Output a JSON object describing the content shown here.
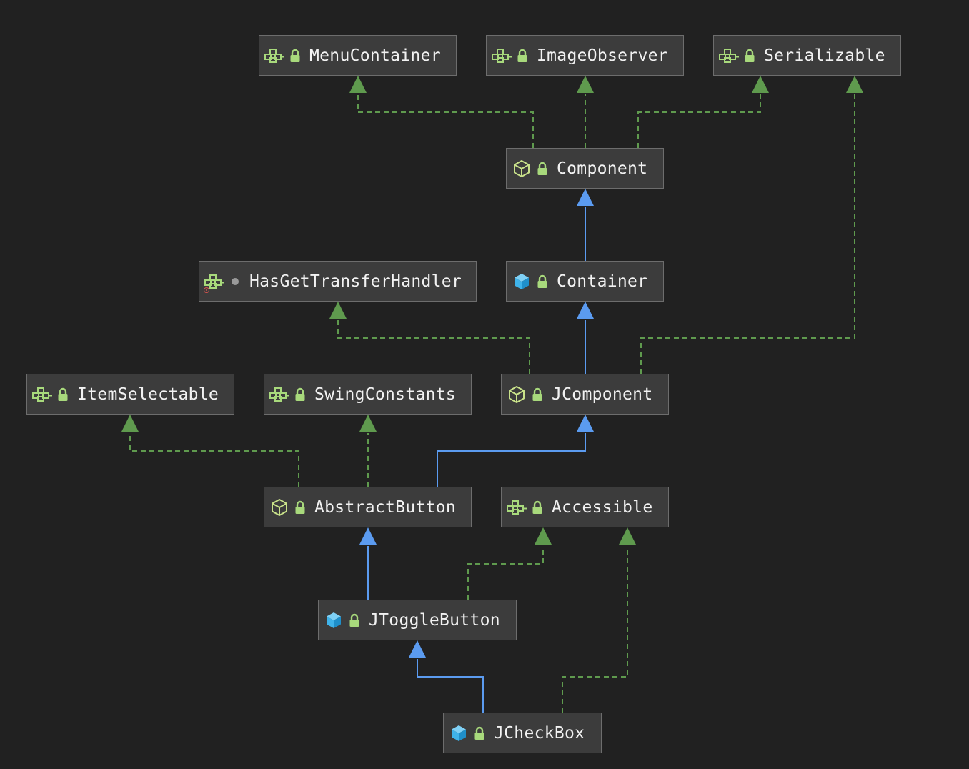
{
  "diagram": {
    "nodes": [
      {
        "id": "MenuContainer",
        "label": "MenuContainer",
        "kind": "interface",
        "visibility": "public"
      },
      {
        "id": "ImageObserver",
        "label": "ImageObserver",
        "kind": "interface",
        "visibility": "public"
      },
      {
        "id": "Serializable",
        "label": "Serializable",
        "kind": "interface",
        "visibility": "public"
      },
      {
        "id": "Component",
        "label": "Component",
        "kind": "abstract-class",
        "visibility": "public"
      },
      {
        "id": "HasGetTransferHandler",
        "label": "HasGetTransferHandler",
        "kind": "interface",
        "visibility": "package"
      },
      {
        "id": "Container",
        "label": "Container",
        "kind": "class",
        "visibility": "public"
      },
      {
        "id": "ItemSelectable",
        "label": "ItemSelectable",
        "kind": "interface",
        "visibility": "public"
      },
      {
        "id": "SwingConstants",
        "label": "SwingConstants",
        "kind": "interface",
        "visibility": "public"
      },
      {
        "id": "JComponent",
        "label": "JComponent",
        "kind": "abstract-class",
        "visibility": "public"
      },
      {
        "id": "AbstractButton",
        "label": "AbstractButton",
        "kind": "abstract-class",
        "visibility": "public"
      },
      {
        "id": "Accessible",
        "label": "Accessible",
        "kind": "interface",
        "visibility": "public"
      },
      {
        "id": "JToggleButton",
        "label": "JToggleButton",
        "kind": "class",
        "visibility": "public"
      },
      {
        "id": "JCheckBox",
        "label": "JCheckBox",
        "kind": "class",
        "visibility": "public"
      }
    ],
    "edges": [
      {
        "from": "Component",
        "to": "MenuContainer",
        "type": "implements"
      },
      {
        "from": "Component",
        "to": "ImageObserver",
        "type": "implements"
      },
      {
        "from": "Component",
        "to": "Serializable",
        "type": "implements"
      },
      {
        "from": "Container",
        "to": "Component",
        "type": "extends"
      },
      {
        "from": "JComponent",
        "to": "Container",
        "type": "extends"
      },
      {
        "from": "JComponent",
        "to": "HasGetTransferHandler",
        "type": "implements"
      },
      {
        "from": "JComponent",
        "to": "Serializable",
        "type": "implements"
      },
      {
        "from": "AbstractButton",
        "to": "JComponent",
        "type": "extends"
      },
      {
        "from": "AbstractButton",
        "to": "ItemSelectable",
        "type": "implements"
      },
      {
        "from": "AbstractButton",
        "to": "SwingConstants",
        "type": "implements"
      },
      {
        "from": "JToggleButton",
        "to": "AbstractButton",
        "type": "extends"
      },
      {
        "from": "JToggleButton",
        "to": "Accessible",
        "type": "implements"
      },
      {
        "from": "JCheckBox",
        "to": "JToggleButton",
        "type": "extends"
      },
      {
        "from": "JCheckBox",
        "to": "Accessible",
        "type": "implements"
      }
    ]
  },
  "colors": {
    "background": "#212121",
    "node_fill": "#3c3c3c",
    "node_border": "#6d6d6d",
    "text": "#f2f2f2",
    "extends_edge": "#5b9bf0",
    "implements_edge": "#5f9a4e",
    "interface_icon": "#a8d97c",
    "abstract_icon": "#c9e28a",
    "class_icon": "#3fb3ea",
    "lock_icon": "#a8d97c",
    "package_dot": "#9a9a9a",
    "error_mark": "#d9534f"
  },
  "icons": {
    "interface": "interface-icon",
    "abstract-class": "abstract-class-icon",
    "class": "class-icon",
    "public": "lock-icon",
    "package": "package-private-dot-icon"
  }
}
